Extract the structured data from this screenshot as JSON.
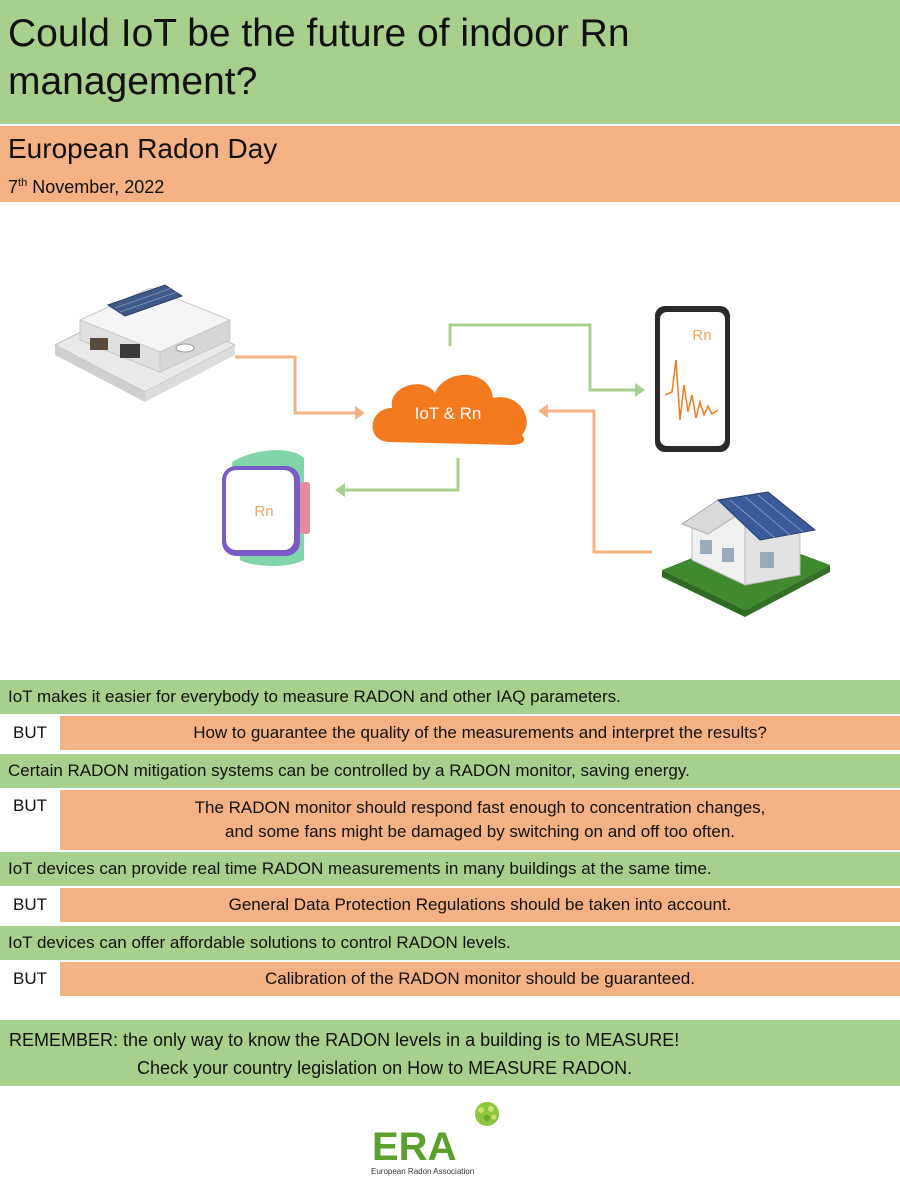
{
  "header": {
    "title": "Could IoT be the future of indoor Rn management?",
    "event_name": "European Radon Day",
    "event_day": "7",
    "event_day_suffix": "th",
    "event_rest": " November, 2022"
  },
  "diagram": {
    "cloud_label": "IoT & Rn",
    "phone_label": "Rn",
    "watch_label": "Rn"
  },
  "points": [
    {
      "statement": "IoT makes it easier for everybody to measure RADON and other IAQ parameters.",
      "but": "BUT",
      "caveat": [
        "How to guarantee the quality of the measurements and interpret the results?"
      ]
    },
    {
      "statement": "Certain RADON mitigation systems can be controlled by a RADON monitor, saving energy.",
      "but": "BUT",
      "caveat": [
        "The RADON monitor should respond fast enough to concentration changes,",
        "and some fans might be damaged by switching on and off too often."
      ]
    },
    {
      "statement": "IoT devices can provide real time RADON measurements in many buildings at the same time.",
      "but": "BUT",
      "caveat": [
        "General Data Protection Regulations should be taken into account."
      ]
    },
    {
      "statement": "IoT devices can offer affordable solutions to control RADON levels.",
      "but": "BUT",
      "caveat": [
        "Calibration of the RADON monitor should be guaranteed."
      ]
    }
  ],
  "remember": {
    "line1": "REMEMBER:  the only way to know the RADON levels in a building is to MEASURE!",
    "line2": "Check your country legislation on How to MEASURE RADON."
  },
  "logo": {
    "wordmark": "ERA",
    "subtitle": "European Radon Association"
  },
  "colors": {
    "green": "#a8d08d",
    "orange": "#f4b183",
    "cloud": "#f47a20",
    "arrow_green": "#a8d08d",
    "arrow_orange": "#f4b183",
    "logo_green": "#5aa02c"
  }
}
